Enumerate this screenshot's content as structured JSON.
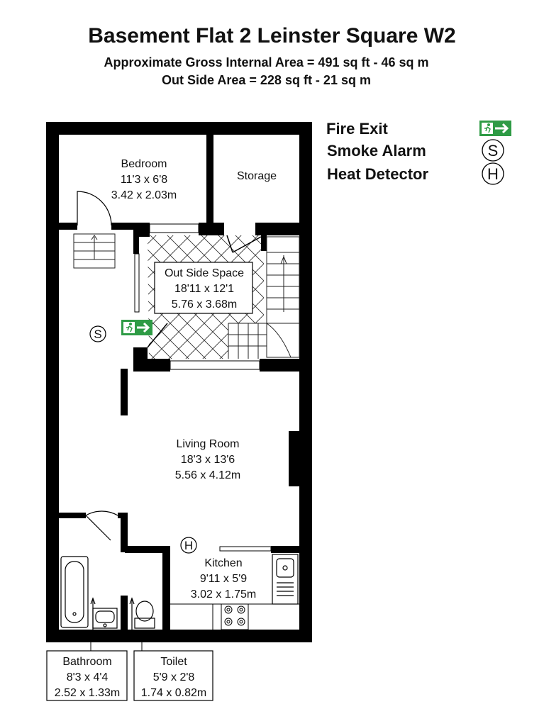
{
  "header": {
    "title": "Basement Flat 2 Leinster Square W2",
    "gross_area": "Approximate Gross Internal Area = 491 sq ft - 46 sq m",
    "outside_area": "Out Side Area = 228 sq ft - 21 sq m"
  },
  "legend": {
    "fire_exit": "Fire Exit",
    "smoke_alarm": "Smoke Alarm",
    "smoke_symbol": "S",
    "heat_detector": "Heat Detector",
    "heat_symbol": "H",
    "fire_exit_icon": "fire-exit-sign-icon"
  },
  "rooms": {
    "bedroom": {
      "name": "Bedroom",
      "imperial": "11'3 x 6'8",
      "metric": "3.42 x 2.03m"
    },
    "storage": {
      "name": "Storage"
    },
    "outside": {
      "name": "Out Side Space",
      "imperial": "18'11 x 12'1",
      "metric": "5.76 x 3.68m"
    },
    "living": {
      "name": "Living Room",
      "imperial": "18'3 x 13'6",
      "metric": "5.56 x 4.12m"
    },
    "kitchen": {
      "name": "Kitchen",
      "imperial": "9'11 x 5'9",
      "metric": "3.02 x 1.75m"
    },
    "bathroom": {
      "name": "Bathroom",
      "imperial": "8'3 x 4'4",
      "metric": "2.52 x 1.33m"
    },
    "toilet": {
      "name": "Toilet",
      "imperial": "5'9 x 2'8",
      "metric": "1.74 x 0.82m"
    }
  },
  "symbols": {
    "smoke": "S",
    "heat": "H"
  },
  "colors": {
    "wall": "#000000",
    "fire_exit_green": "#2e9b45",
    "background": "#ffffff"
  }
}
